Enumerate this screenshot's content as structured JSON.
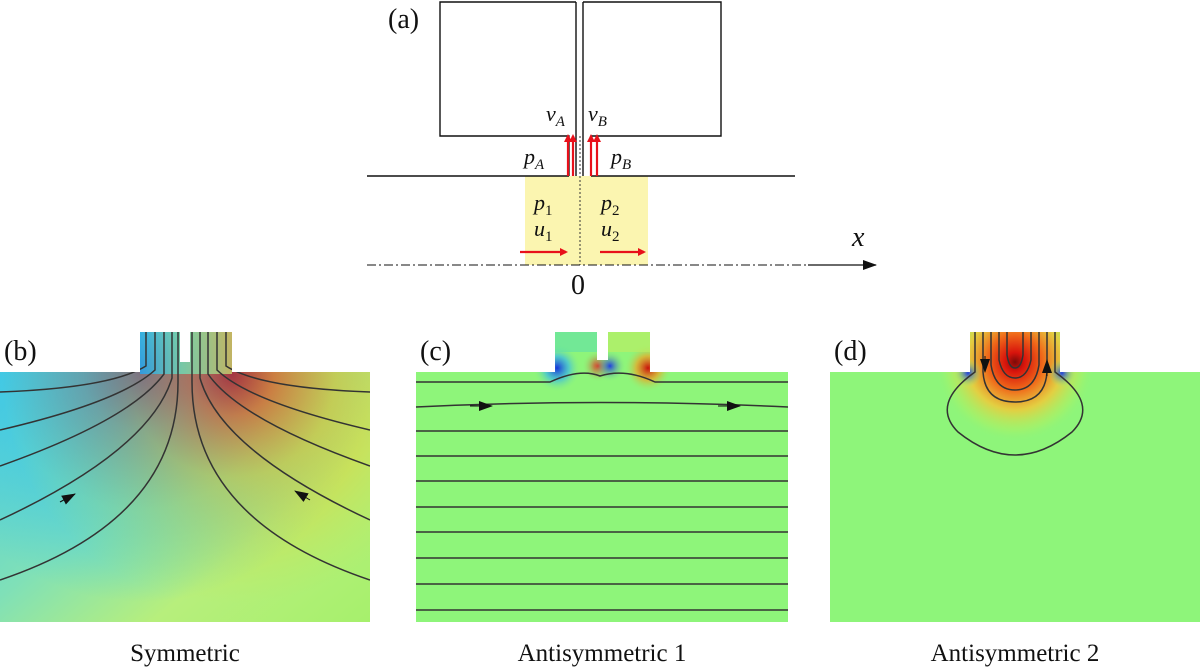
{
  "panels": {
    "a": {
      "label": "(a)"
    },
    "b": {
      "label": "(b)",
      "caption": "Symmetric"
    },
    "c": {
      "label": "(c)",
      "caption": "Antisymmetric 1"
    },
    "d": {
      "label": "(d)",
      "caption": "Antisymmetric 2"
    }
  },
  "schematic": {
    "x_axis_label": "x",
    "origin_label": "0",
    "velocity_a": {
      "base": "v",
      "sub": "A"
    },
    "velocity_b": {
      "base": "v",
      "sub": "B"
    },
    "pressure_a": {
      "base": "p",
      "sub": "A"
    },
    "pressure_b": {
      "base": "p",
      "sub": "B"
    },
    "pressure_1": {
      "base": "p",
      "sub": "1"
    },
    "pressure_2": {
      "base": "p",
      "sub": "2"
    },
    "velocity_1": {
      "base": "u",
      "sub": "1"
    },
    "velocity_2": {
      "base": "u",
      "sub": "2"
    }
  },
  "colors": {
    "arrow": "#e8101a",
    "junction_region": "#fbf5b0",
    "field_neutral": "#8ef57a",
    "field_high": "#d8140c",
    "field_low": "#1a3cf0",
    "streamline": "#333333"
  }
}
